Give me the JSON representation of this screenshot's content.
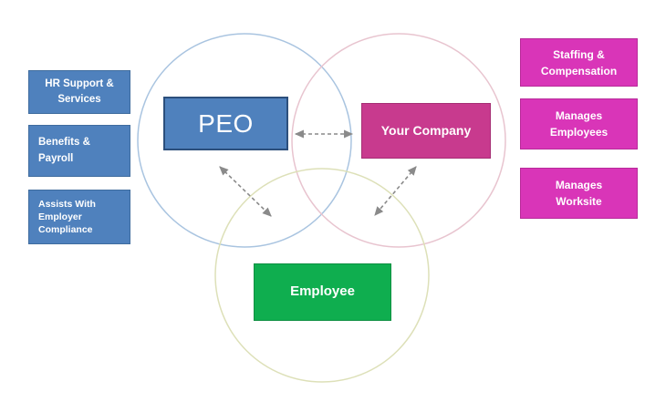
{
  "diagram": {
    "peo_label": "PEO",
    "company_label": "Your Company",
    "employee_label": "Employee"
  },
  "peo_services": [
    "HR Support & Services",
    "Benefits & Payroll",
    "Assists With Employer Compliance"
  ],
  "company_responsibilities": [
    "Staffing & Compensation",
    "Manages Employees",
    "Manages Worksite"
  ],
  "colors": {
    "peo_blue": "#4f81bd",
    "company_pink": "#d935b8",
    "company_box": "#c83a8e",
    "employee_green": "#0fae4f",
    "peo_circle": "#a9c4e0",
    "company_circle": "#e8c4cf",
    "employee_circle": "#dde0b8",
    "arrow": "#8a8a8a"
  }
}
